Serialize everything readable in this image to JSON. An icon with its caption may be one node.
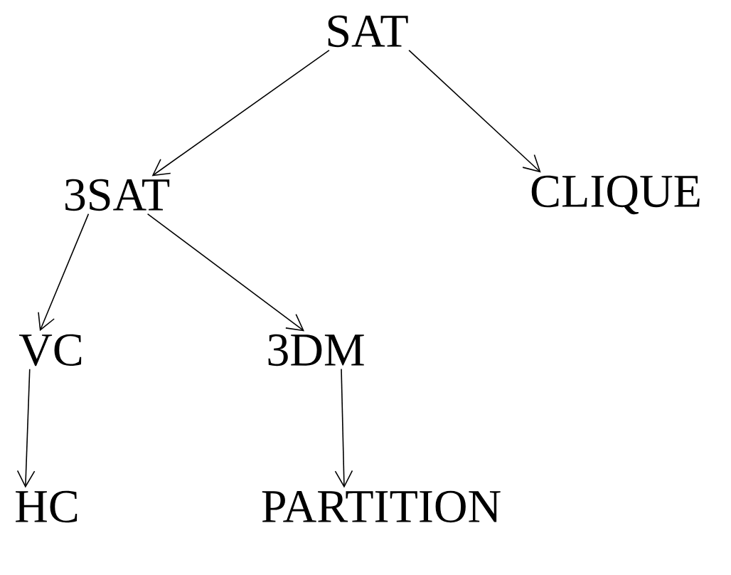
{
  "diagram": {
    "nodes": [
      {
        "text": [
          "SAT"
        ]
      },
      {
        "text": [
          "3SAT"
        ]
      },
      {
        "text": [
          "CLIQUE"
        ]
      },
      {
        "text": [
          "VC"
        ]
      },
      {
        "text": [
          "3DM"
        ]
      },
      {
        "text": [
          "HC"
        ]
      },
      {
        "text": [
          "PARTITION"
        ]
      }
    ],
    "edges": [
      {
        "from": 0,
        "to": 1,
        "arrow": "to"
      },
      {
        "from": 0,
        "to": 2,
        "arrow": "to"
      },
      {
        "from": 1,
        "to": 3,
        "arrow": "to"
      },
      {
        "from": 1,
        "to": 4,
        "arrow": "to"
      },
      {
        "from": 3,
        "to": 5,
        "arrow": "to"
      },
      {
        "from": 4,
        "to": 6,
        "arrow": "to"
      }
    ]
  }
}
